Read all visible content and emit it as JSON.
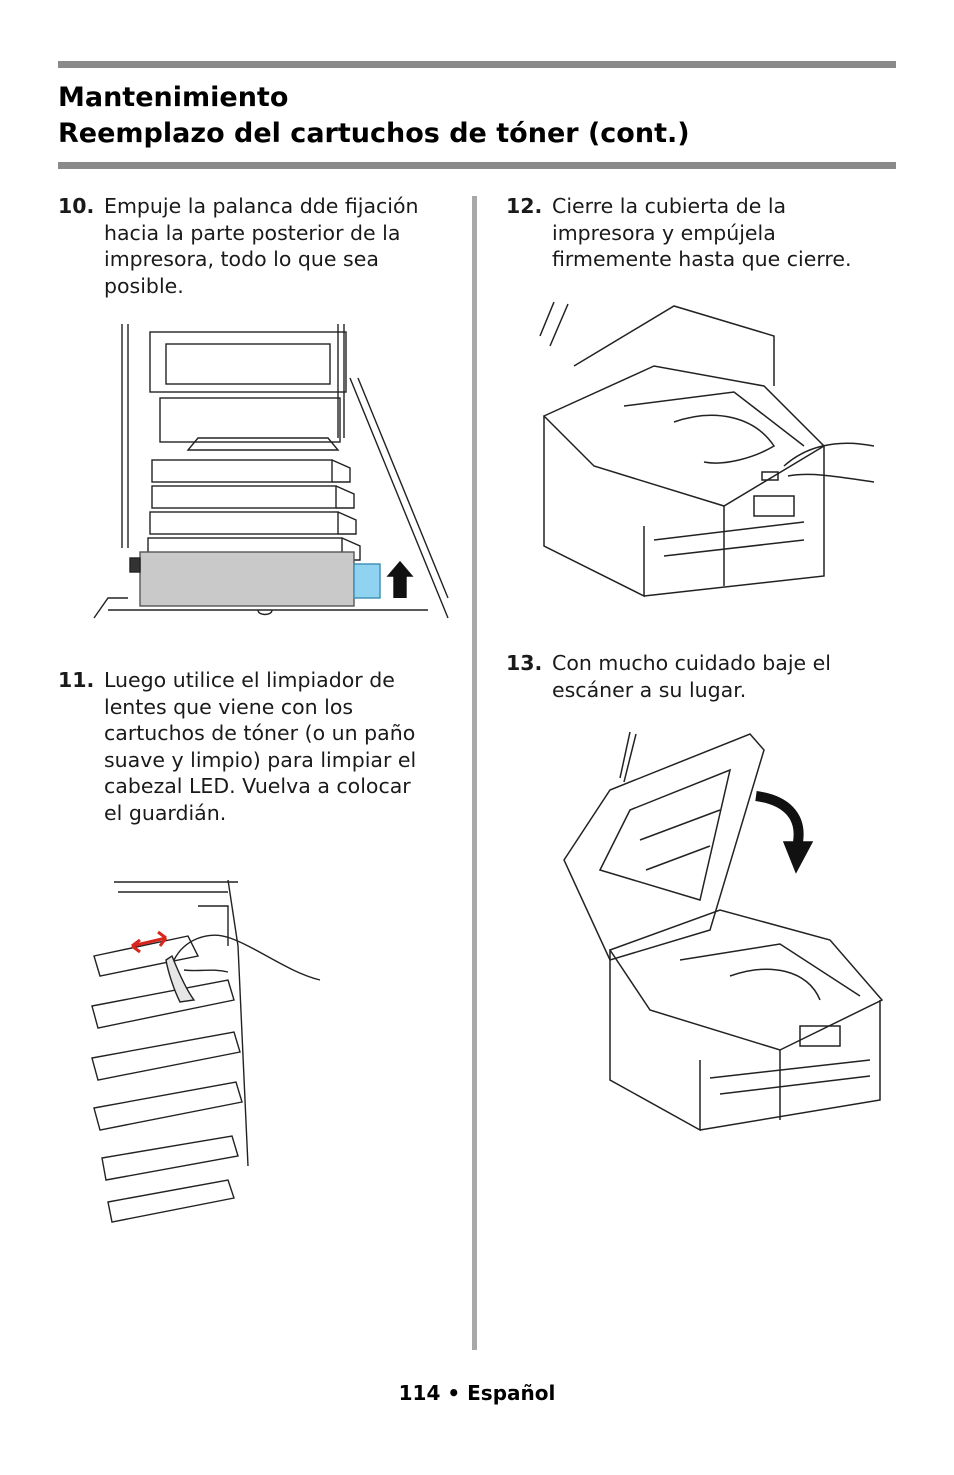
{
  "header": {
    "section": "Mantenimiento",
    "subtitle": "Reemplazo del cartuchos de tóner (cont.)"
  },
  "steps": [
    {
      "number": "10.",
      "lines": [
        "Empuje la palanca dde fijación",
        "hacia la parte posterior de la",
        "impresora, todo lo que sea",
        "posible."
      ]
    },
    {
      "number": "11.",
      "lines": [
        "Luego utilice el limpiador de",
        "lentes que viene con los",
        "cartuchos de tóner (o un paño",
        "suave y limpio) para limpiar el",
        "cabezal LED. Vuelva a colocar",
        "el guardián."
      ]
    },
    {
      "number": "12.",
      "lines": [
        "Cierre la cubierta de la",
        "impresora y empújela",
        "firmemente hasta que cierre."
      ]
    },
    {
      "number": "13.",
      "lines": [
        "Con mucho cuidado baje el",
        "escáner a su lugar."
      ]
    }
  ],
  "footer": {
    "page_number": "114",
    "separator": "•",
    "language": "Español"
  },
  "colors": {
    "rule": "#8a8a8a",
    "divider": "#a8a8a8",
    "lever_highlight": "#8fd3f0"
  }
}
